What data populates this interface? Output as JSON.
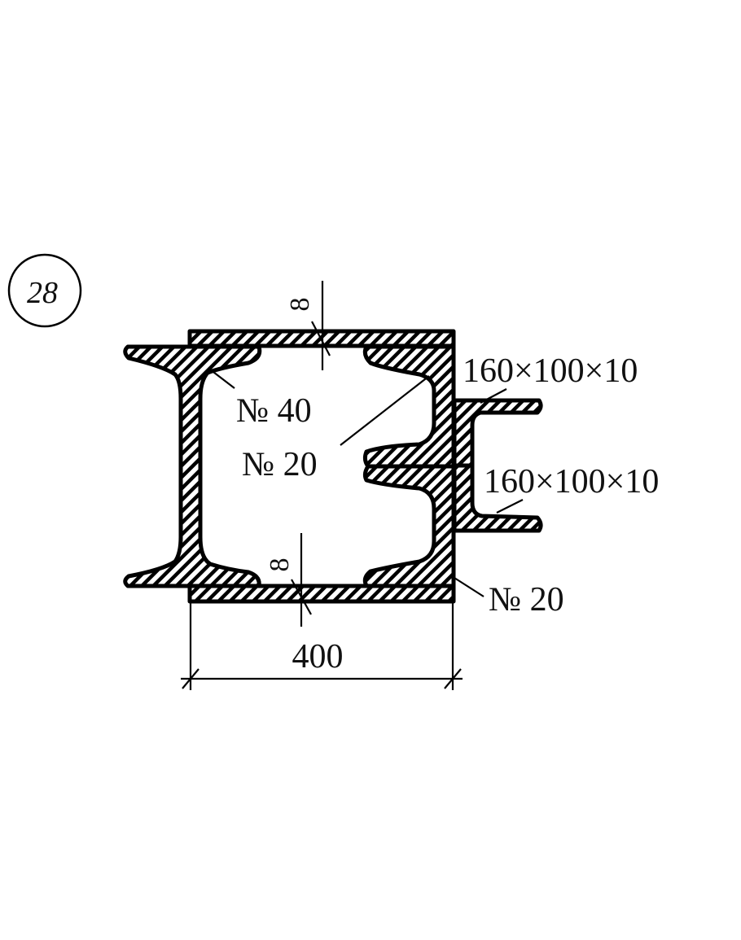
{
  "figure": {
    "number": "28",
    "labels": {
      "ibeam": "№ 40",
      "channel_upper": "№ 20",
      "channel_lower": "№ 20",
      "angle_upper": "160×100×10",
      "angle_lower": "160×100×10",
      "plate_top_thickness": "8",
      "plate_bottom_thickness": "8",
      "width_dimension": "400"
    }
  }
}
